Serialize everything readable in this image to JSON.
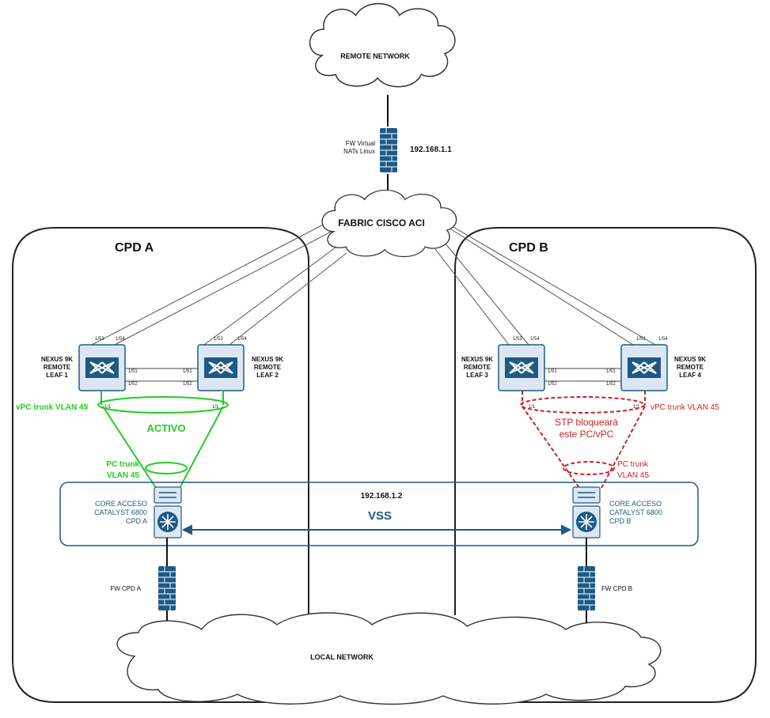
{
  "colors": {
    "active": "#22cc22",
    "blocked": "#cc2222",
    "device_blue": "#1f5a85",
    "vss_line": "#1f5a85",
    "frame": "#222222",
    "cloud_stroke": "#333333"
  },
  "clouds": {
    "remote": "REMOTE NETWORK",
    "fabric": "FABRIC CISCO ACI",
    "local": "LOCAL NETWORK"
  },
  "firewall_top": {
    "line1": "FW Virtual",
    "line2": "NATs Linux",
    "ip": "192.168.1.1",
    "icon": "firewall-icon"
  },
  "sites": {
    "a": {
      "title": "CPD A"
    },
    "b": {
      "title": "CPD B"
    }
  },
  "leaves": [
    {
      "line1": "NEXUS 9K",
      "line2": "REMOTE",
      "line3": "LEAF 1",
      "icon": "nexus-switch-icon"
    },
    {
      "line1": "NEXUS 9K",
      "line2": "REMOTE",
      "line3": "LEAF 2",
      "icon": "nexus-switch-icon"
    },
    {
      "line1": "NEXUS 9K",
      "line2": "REMOTE",
      "line3": "LEAF 3",
      "icon": "nexus-switch-icon"
    },
    {
      "line1": "NEXUS 9K",
      "line2": "REMOTE",
      "line3": "LEAF 4",
      "icon": "nexus-switch-icon"
    }
  ],
  "ports": {
    "p53": "1/53",
    "p54": "1/54",
    "p51": "1/51",
    "p52": "1/52",
    "p1": "1/1"
  },
  "vpc_a": {
    "label": "vPC trunk VLAN  45",
    "state": "ACTIVO"
  },
  "vpc_b": {
    "label": "vPC trunk VLAN  45",
    "state_line1": "STP bloqueará",
    "state_line2": "este PC/vPC"
  },
  "pc_a": {
    "line1": "PC trunk",
    "line2": "VLAN  45"
  },
  "pc_b": {
    "line1": "PC trunk",
    "line2": "VLAN  45"
  },
  "core": {
    "ip": "192.168.1.2",
    "vss": "VSS",
    "a": {
      "line1": "CORE ACCESO",
      "line2": "CATALYST 6800",
      "line3": "CPD A"
    },
    "b": {
      "line1": "CORE ACCESO",
      "line2": "CATALYST 6800",
      "line3": "CPD B"
    },
    "icon": "catalyst-switch-icon"
  },
  "firewalls_bottom": {
    "a": "FW CPD A",
    "b": "FW CPD B"
  }
}
